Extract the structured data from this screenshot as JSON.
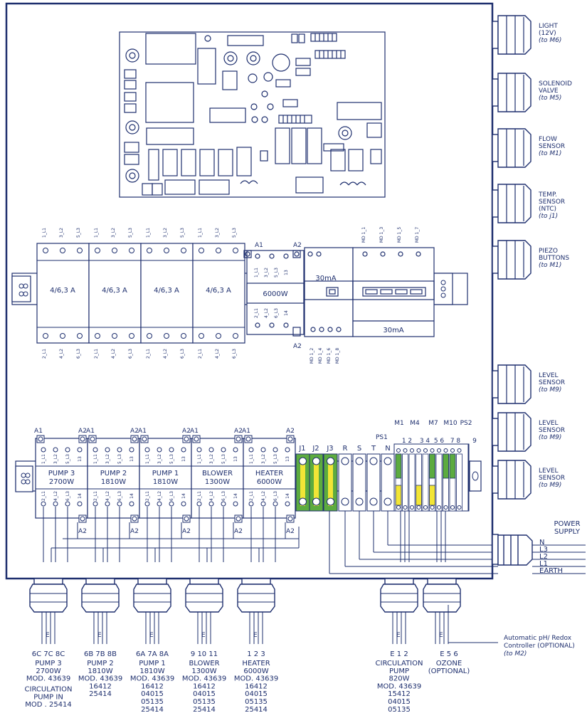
{
  "right_labels": [
    {
      "lines": [
        "LIGHT",
        "(12V)"
      ],
      "sub": "(to M6)"
    },
    {
      "lines": [
        "SOLENOID",
        "VALVE"
      ],
      "sub": "(to M5)"
    },
    {
      "lines": [
        "FLOW",
        "SENSOR"
      ],
      "sub": "(to M1)"
    },
    {
      "lines": [
        "TEMP.",
        "SENSOR",
        "(NTC)"
      ],
      "sub": "(to j1)"
    },
    {
      "lines": [
        "PIEZO",
        "BUTTONS"
      ],
      "sub": "(to M1)"
    },
    {
      "lines": [
        "LEVEL",
        "SENSOR"
      ],
      "sub": "(to M9)"
    },
    {
      "lines": [
        "LEVEL",
        "SENSOR"
      ],
      "sub": "(to M9)"
    },
    {
      "lines": [
        "LEVEL",
        "SENSOR"
      ],
      "sub": "(to M9)"
    }
  ],
  "power_supply": {
    "title": [
      "POWER",
      "SUPPLY"
    ],
    "lines": [
      "N",
      "L3",
      "L2",
      "L1",
      "EARTH"
    ]
  },
  "fuses": {
    "ratings": [
      "4/6,3 A",
      "4/6,3 A",
      "4/6,3 A",
      "4/6,3 A"
    ],
    "top_terminals": [
      "1_L1",
      "3_L2",
      "5_L3"
    ],
    "bottom_terminals": [
      "2_L1",
      "4_L2",
      "6_L3"
    ]
  },
  "contactor": {
    "rating": "6000W",
    "a1": "A1",
    "a2": "A2",
    "a2_bottom": "A2",
    "terms_top": [
      "1_L1",
      "3_L2",
      "5_L3",
      "13"
    ],
    "terms_bottom": [
      "2_L1",
      "4_L2",
      "6_L3",
      "14"
    ]
  },
  "rcd": {
    "rating": "30mA",
    "label2": "30mA",
    "top_terms": [
      "MD 1_1",
      "MD 1_3",
      "MD 1_5",
      "MD 1_7"
    ],
    "bottom_terms": [
      "MD 1_2",
      "MD 1_4",
      "MD 1_6",
      "MD 1_8"
    ]
  },
  "contactors": [
    {
      "name": "PUMP 3",
      "power": "2700W"
    },
    {
      "name": "PUMP 2",
      "power": "1810W"
    },
    {
      "name": "PUMP 1",
      "power": "1810W"
    },
    {
      "name": "BLOWER",
      "power": "1300W"
    },
    {
      "name": "HEATER",
      "power": "6000W"
    }
  ],
  "contactor_tags": {
    "a1": "A1",
    "a2": "A2",
    "terms_top": [
      "1_L1",
      "3_L2",
      "5_L3",
      "13"
    ],
    "terms_bottom": [
      "2_L1",
      "4_L2",
      "6_L3",
      "14"
    ]
  },
  "terminal_block": {
    "j_labels": [
      "J1",
      "J2",
      "J3"
    ],
    "rstn": [
      "R",
      "S",
      "T",
      "N"
    ],
    "ps1": "PS1",
    "m_labels": [
      "M1",
      "M4",
      "M7",
      "M10",
      "PS2"
    ],
    "m_numbers": [
      "1 2",
      "3 4",
      "5 6",
      "7 8",
      "9"
    ]
  },
  "bottom_captions": [
    {
      "wires": "6C  7C  8C",
      "lines": [
        "PUMP 3",
        "2700W",
        "MOD. 43639",
        "CIRCULATION",
        "PUMP IN",
        "MOD . 25414"
      ]
    },
    {
      "wires": "6B  7B  8B",
      "lines": [
        "PUMP 2",
        "1810W",
        "MOD. 43639",
        "16412",
        "25414"
      ]
    },
    {
      "wires": "6A  7A  8A",
      "lines": [
        "PUMP 1",
        "1810W",
        "MOD. 43639",
        "16412",
        "04015",
        "05135",
        "25414"
      ]
    },
    {
      "wires": "9    10   11",
      "lines": [
        "BLOWER",
        "1300W",
        "MOD. 43639",
        "16412",
        "04015",
        "05135",
        "25414"
      ]
    },
    {
      "wires": "1     2     3",
      "lines": [
        "HEATER",
        "6000W",
        "MOD. 43639",
        "16412",
        "04015",
        "05135",
        "25414"
      ]
    },
    {
      "wires": "E 1 2",
      "lines": [
        "CIRCULATION",
        "PUMP",
        "820W",
        "MOD. 43639",
        "15412",
        "04015",
        "05135"
      ]
    },
    {
      "wires": "E 5 6",
      "lines": [
        "OZONE",
        "(OPTIONAL)"
      ]
    }
  ],
  "earth_mark": "E",
  "ph_controller": {
    "lines": [
      "Automatic pH/ Redox",
      "Controller (OPTIONAL)"
    ],
    "sub": "(to M2)"
  },
  "colors": {
    "line": "#1e2f6e",
    "green": "#5cab3f",
    "yellow": "#f2e536"
  }
}
